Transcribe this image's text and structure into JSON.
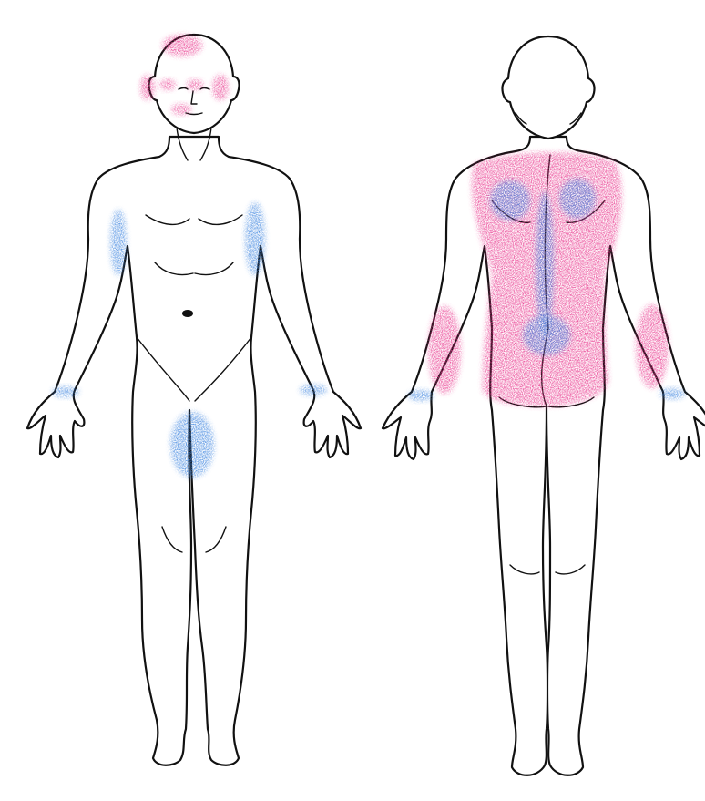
{
  "figure": {
    "views": [
      "front",
      "back"
    ],
    "colors": {
      "pink": "#e8338a",
      "blue": "#3f86e0",
      "outline": "#111111",
      "background": "#ffffff"
    },
    "front_regions": [
      {
        "area": "scalp",
        "color": "pink"
      },
      {
        "area": "ears",
        "color": "pink"
      },
      {
        "area": "eyes",
        "color": "pink"
      },
      {
        "area": "lips",
        "color": "pink"
      },
      {
        "area": "upper-arm-lateral-right",
        "color": "blue"
      },
      {
        "area": "upper-arm-lateral-left",
        "color": "blue"
      },
      {
        "area": "wrist-right",
        "color": "blue"
      },
      {
        "area": "wrist-left",
        "color": "blue"
      },
      {
        "area": "inner-thigh",
        "color": "blue"
      }
    ],
    "back_regions": [
      {
        "area": "back",
        "color": "pink"
      },
      {
        "area": "buttocks",
        "color": "pink"
      },
      {
        "area": "forearm-left",
        "color": "pink"
      },
      {
        "area": "forearm-right",
        "color": "pink"
      },
      {
        "area": "scapula-left",
        "color": "blue"
      },
      {
        "area": "scapula-right",
        "color": "blue"
      },
      {
        "area": "spine",
        "color": "blue"
      },
      {
        "area": "sacrum",
        "color": "blue"
      },
      {
        "area": "wrist-left",
        "color": "blue"
      },
      {
        "area": "wrist-right",
        "color": "blue"
      }
    ]
  }
}
